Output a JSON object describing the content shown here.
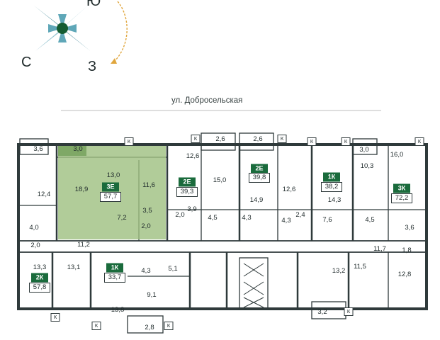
{
  "compass": {
    "letters": [
      "Ю",
      "С",
      "З"
    ]
  },
  "street": "ул. Добросельская",
  "apartments": [
    {
      "type": "3Е",
      "area": "57,7"
    },
    {
      "type": "2Е",
      "area": "39,3"
    },
    {
      "type": "2Е",
      "area": "39,8"
    },
    {
      "type": "1К",
      "area": "38,2"
    },
    {
      "type": "3К",
      "area": "72,2"
    },
    {
      "type": "1К",
      "area": "33,7"
    },
    {
      "type": "2К",
      "area": "57,8"
    }
  ],
  "rooms": [
    "3,6",
    "3,0",
    "12,4",
    "18,9",
    "13,0",
    "11,6",
    "7,2",
    "3,5",
    "2,0",
    "4,0",
    "2,0",
    "11,2",
    "12,6",
    "2,6",
    "15,0",
    "2,6",
    "4,5",
    "3,9",
    "2,0",
    "14,9",
    "12,6",
    "4,3",
    "4,3",
    "2,4",
    "3,0",
    "16,0",
    "10,3",
    "14,3",
    "7,6",
    "4,5",
    "3,6",
    "11,7",
    "1,8",
    "12,8",
    "11,5",
    "13,2",
    "3,2",
    "13,3",
    "13,1",
    "4,3",
    "5,1",
    "9,1",
    "13,8",
    "2,8"
  ],
  "marker": "К"
}
